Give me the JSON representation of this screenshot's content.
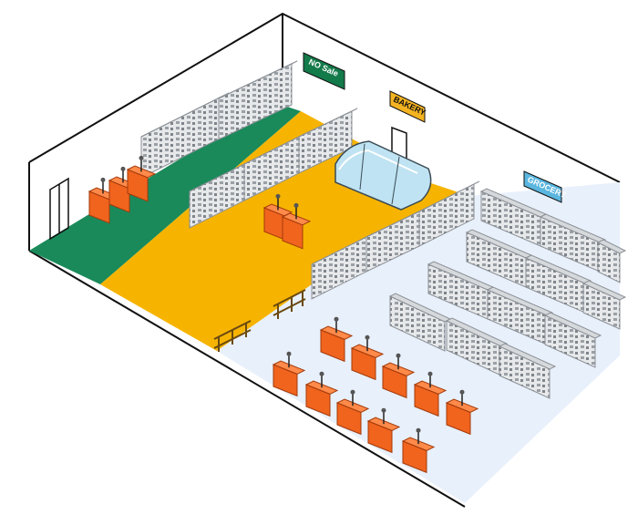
{
  "signs": {
    "produce": "NO Sale",
    "bakery": "BAKERY",
    "grocery": "GROCERY"
  },
  "colors": {
    "produce_floor": "#1a8a5a",
    "main_floor": "#f6b400",
    "grocery_floor": "#e8f0fb",
    "wall_line": "#111111",
    "shelf": "#d6d9dc",
    "shelf_dark": "#8b9096",
    "checkout": "#f0641e",
    "checkout_dark": "#a33a0a",
    "case_glass": "#bfe3f2",
    "produce_sign_bg": "#137a4a",
    "bakery_sign_bg": "#f4b321",
    "grocery_sign_bg": "#5ab6df",
    "railing": "#6a4a10"
  }
}
